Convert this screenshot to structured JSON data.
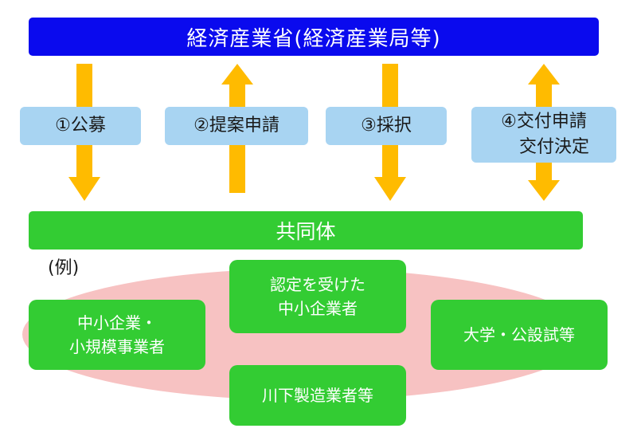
{
  "ministry": {
    "label": "経済産業省(経済産業局等)"
  },
  "group": {
    "label": "共同体"
  },
  "steps": [
    {
      "lines": [
        "①公募"
      ],
      "direction": "down"
    },
    {
      "lines": [
        "②提案申請"
      ],
      "direction": "up"
    },
    {
      "lines": [
        "③採択"
      ],
      "direction": "down"
    },
    {
      "lines": [
        "④交付申請",
        "交付決定"
      ],
      "direction": "both"
    }
  ],
  "example_label": "(例)",
  "members": [
    {
      "lines": [
        "中小企業・",
        "小規模事業者"
      ]
    },
    {
      "lines": [
        "認定を受けた",
        "中小企業者"
      ]
    },
    {
      "lines": [
        "川下製造業者等"
      ]
    },
    {
      "lines": [
        "大学・公設試等"
      ]
    }
  ],
  "colors": {
    "ministry": "#0a0aee",
    "group": "#33cc33",
    "step": "#a8d4f2",
    "arrow": "#ffbb00",
    "ellipse": "#f7c2c2"
  }
}
